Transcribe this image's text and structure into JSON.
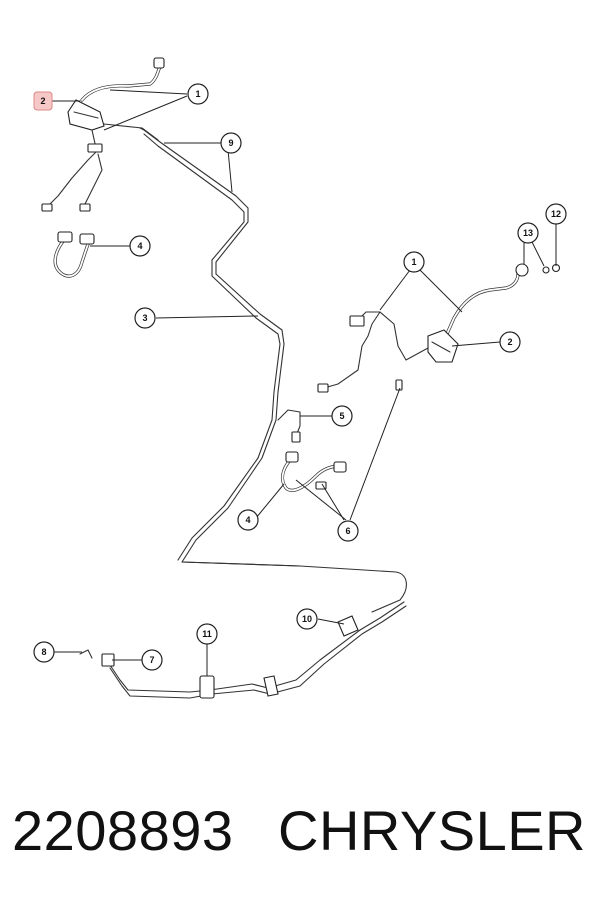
{
  "caption": {
    "part_number": "2208893",
    "brand": "CHRYSLER"
  },
  "callouts": [
    {
      "id": "c1a",
      "label": "1"
    },
    {
      "id": "c2a",
      "label": "2",
      "highlighted": true
    },
    {
      "id": "c9",
      "label": "9"
    },
    {
      "id": "c4a",
      "label": "4"
    },
    {
      "id": "c3",
      "label": "3"
    },
    {
      "id": "c12",
      "label": "12"
    },
    {
      "id": "c13",
      "label": "13"
    },
    {
      "id": "c1b",
      "label": "1"
    },
    {
      "id": "c2b",
      "label": "2"
    },
    {
      "id": "c5",
      "label": "5"
    },
    {
      "id": "c4b",
      "label": "4"
    },
    {
      "id": "c6",
      "label": "6"
    },
    {
      "id": "c10",
      "label": "10"
    },
    {
      "id": "c11",
      "label": "11"
    },
    {
      "id": "c8",
      "label": "8"
    },
    {
      "id": "c7",
      "label": "7"
    }
  ],
  "colors": {
    "line": "#333333",
    "highlight_fill": "#f6c8c8"
  }
}
